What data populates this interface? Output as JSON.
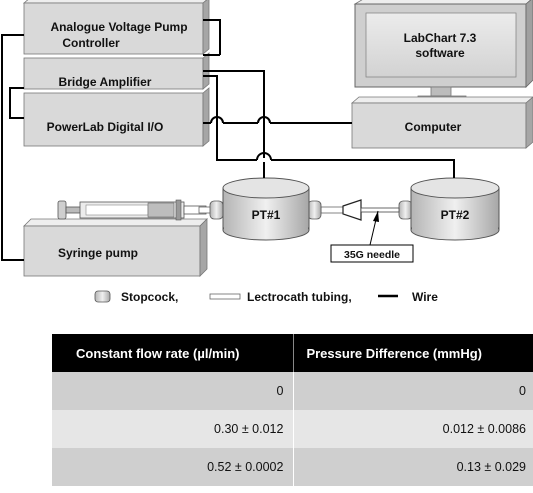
{
  "diagram": {
    "boxes": {
      "pump_controller": [
        "Analogue Voltage Pump",
        "Controller"
      ],
      "bridge_amplifier": "Bridge Amplifier",
      "powerlab": "PowerLab Digital I/O",
      "monitor": [
        "LabChart 7.3",
        "software"
      ],
      "computer": "Computer",
      "syringe_pump": "Syringe pump"
    },
    "transducers": {
      "pt1": "PT#1",
      "pt2": "PT#2"
    },
    "needle_label": "35G needle"
  },
  "legend": {
    "stopcock": "Stopcock,",
    "tubing": "Lectrocath tubing,",
    "wire": "Wire"
  },
  "table": {
    "headers": [
      "Constant flow rate (µl/min)",
      "Pressure Difference (mmHg)"
    ],
    "rows": [
      [
        "0",
        "0"
      ],
      [
        "0.30 ± 0.012",
        "0.012 ± 0.0086"
      ],
      [
        "0.52 ± 0.0002",
        "0.13 ± 0.029"
      ]
    ]
  },
  "colors": {
    "box_fill": "#d9d9d9",
    "box_side": "#a6a6a6",
    "wire": "#000000",
    "table_header": "#000000"
  }
}
